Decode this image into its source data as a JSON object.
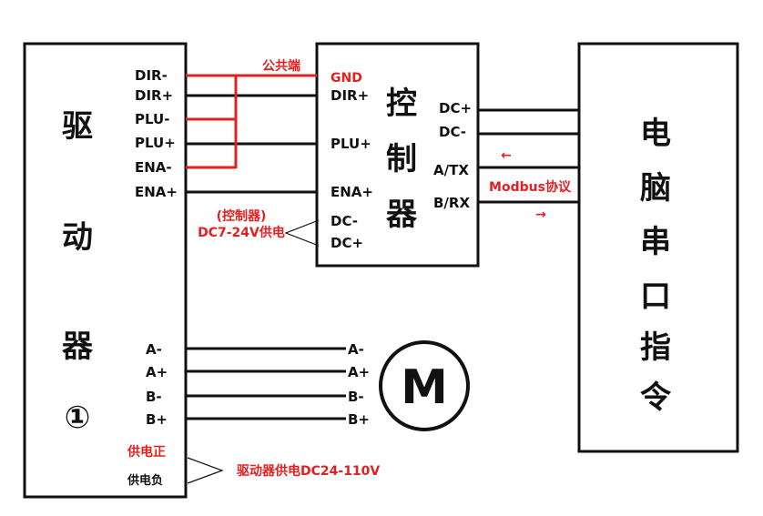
{
  "driver": {
    "title_chars": [
      "驱",
      "动",
      "器",
      "①"
    ],
    "left_pins": [
      "DIR-",
      "DIR+",
      "PLU-",
      "PLU+",
      "ENA-",
      "ENA+"
    ],
    "motor_pins": [
      "A-",
      "A+",
      "B-",
      "B+"
    ],
    "power_pos": "供电正",
    "power_neg": "供电负",
    "power_note": "驱动器供电DC24-110V"
  },
  "controller": {
    "title_chars": [
      "控",
      "制",
      "器"
    ],
    "left_pins": [
      "GND",
      "DIR+",
      "PLU+",
      "ENA+",
      "DC-",
      "DC+"
    ],
    "right_pins": [
      "DC+",
      "DC-",
      "A/TX",
      "B/RX"
    ],
    "common_label": "公共端",
    "power_note_line1": "(控制器)",
    "power_note_line2": "DC7-24V供电"
  },
  "pc": {
    "title_chars": [
      "电",
      "脑",
      "串",
      "口",
      "指",
      "令"
    ]
  },
  "modbus": {
    "label": "Modbus协议",
    "arrow_left": "←",
    "arrow_right": "→"
  },
  "motor": {
    "pins": [
      "A-",
      "A+",
      "B-",
      "B+"
    ],
    "letter": "M"
  },
  "colors": {
    "red": "#e61e1e",
    "black": "#111111"
  }
}
